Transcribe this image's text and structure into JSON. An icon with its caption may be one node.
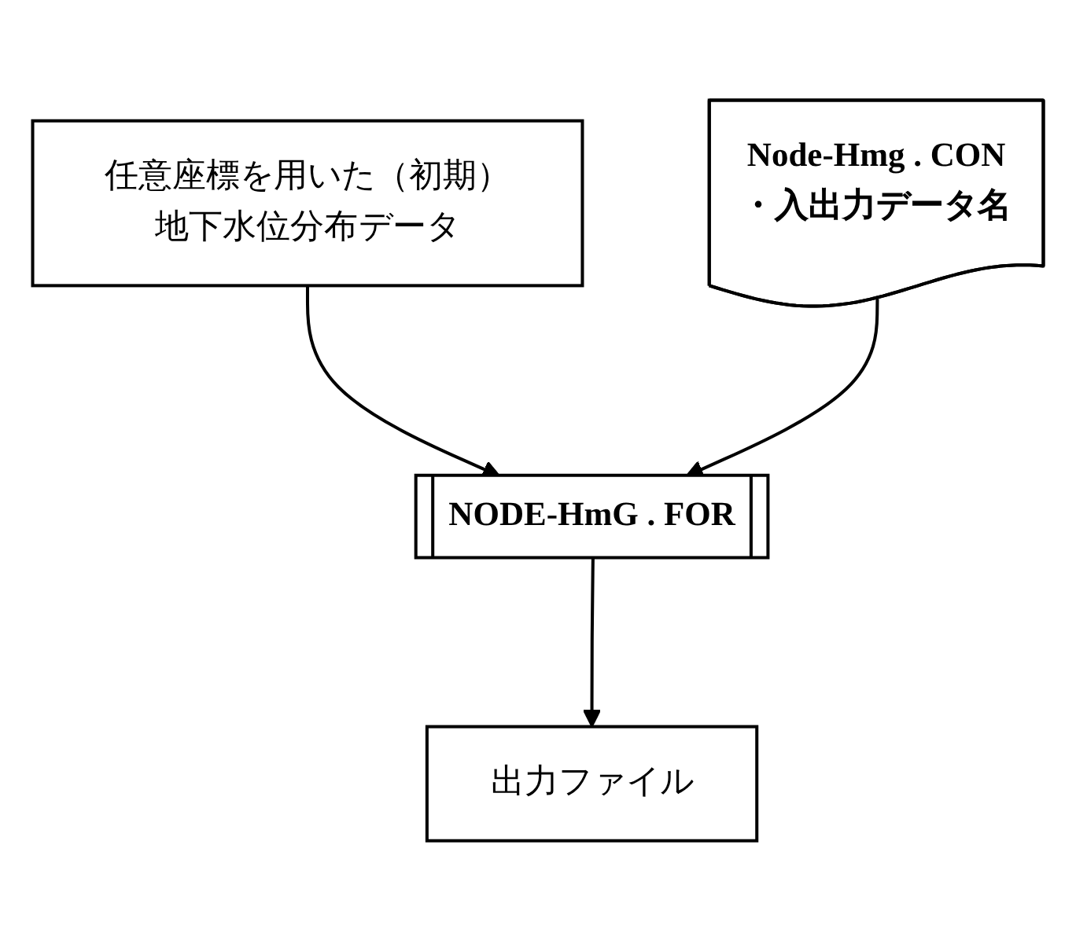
{
  "diagram": {
    "nodes": [
      {
        "text": [
          "任意座標を用いた（初期）地下水位分布データ"
        ]
      },
      {
        "text": [
          "Node-Hmg . CON",
          "・入出力データ名"
        ]
      },
      {
        "text": [
          "NODE-HmG . FOR"
        ]
      },
      {
        "text": [
          "出力ファイル"
        ]
      }
    ],
    "edges": [
      {
        "from": 0,
        "to": 2,
        "arrow": "to"
      },
      {
        "from": 1,
        "to": 2,
        "arrow": "to"
      },
      {
        "from": 2,
        "to": 3,
        "arrow": "to"
      }
    ]
  }
}
